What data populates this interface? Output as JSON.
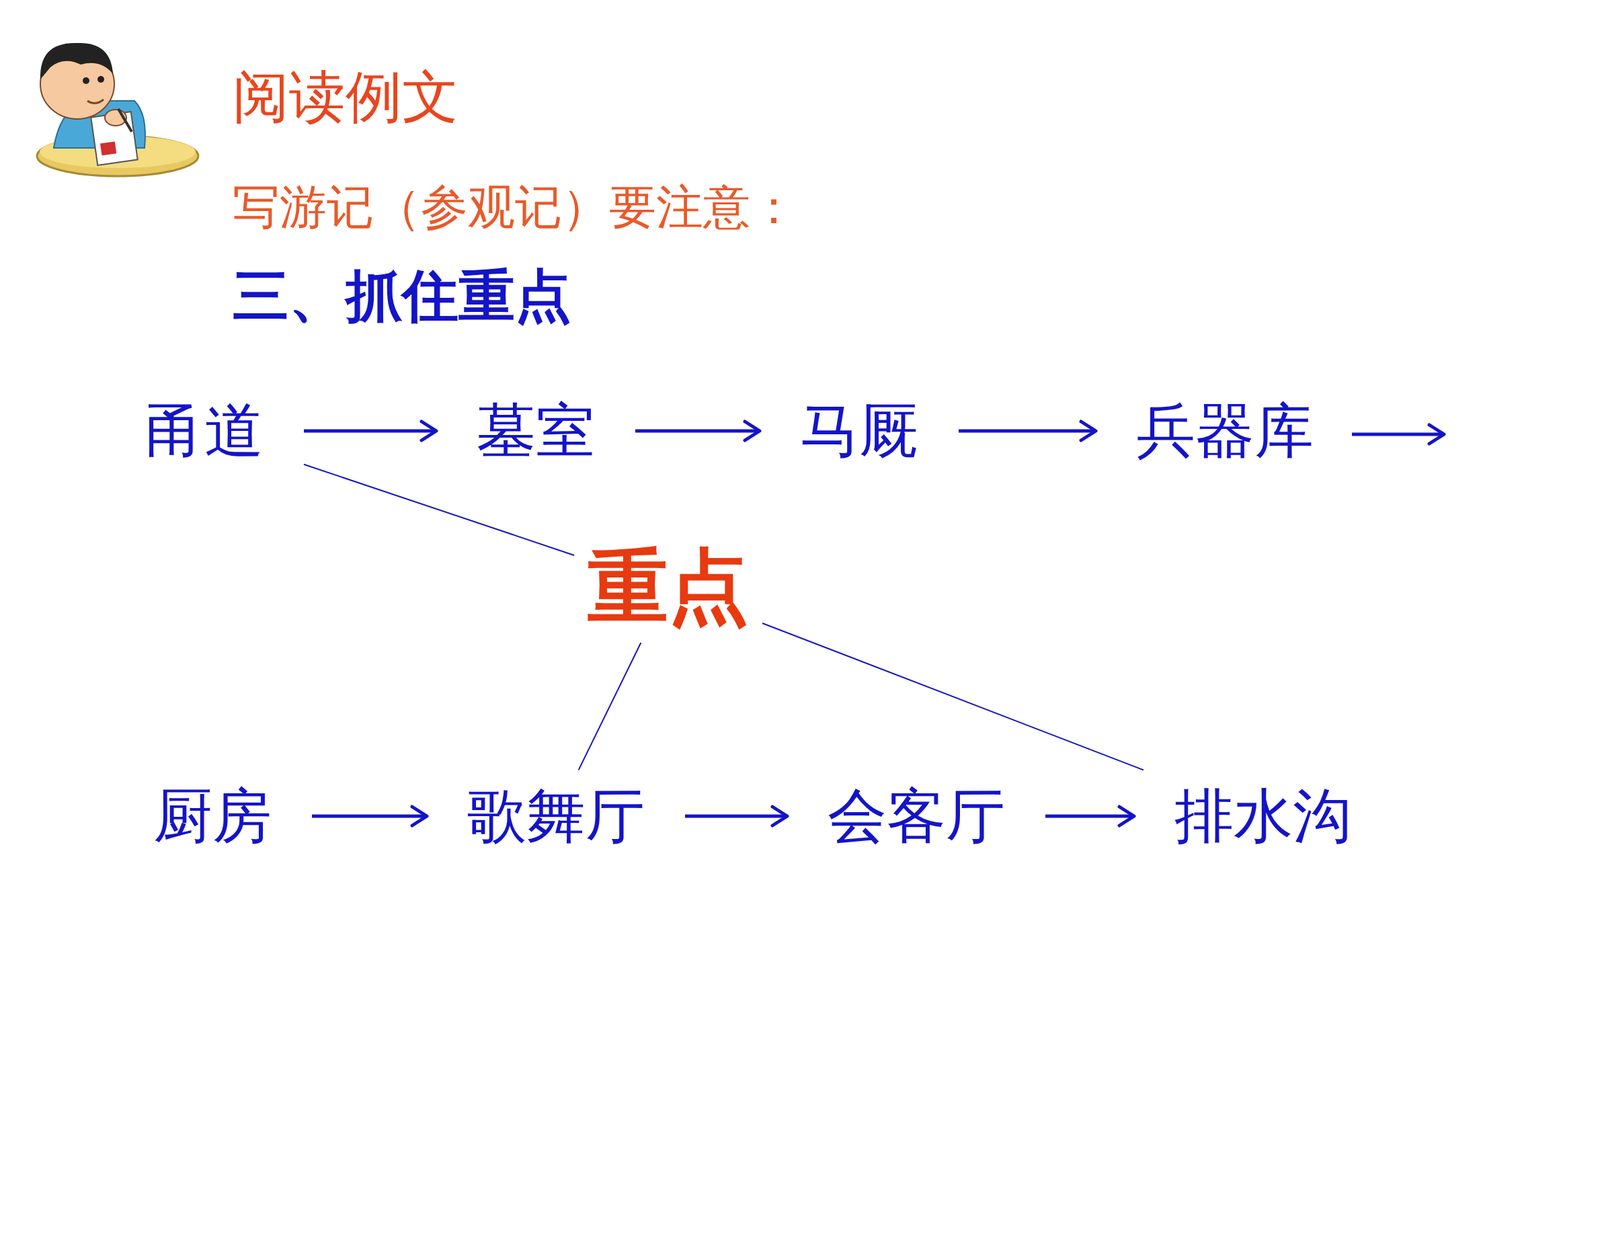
{
  "diagram": {
    "title": "阅读例文",
    "nodes": [
      {
        "text": [
          "甬道"
        ]
      },
      {
        "text": [
          "墓室"
        ]
      },
      {
        "text": [
          "马厩"
        ]
      },
      {
        "text": [
          "兵器库"
        ]
      },
      {
        "text": [
          "重点"
        ]
      },
      {
        "text": [
          "厨房"
        ]
      },
      {
        "text": [
          "歌舞厅"
        ]
      },
      {
        "text": [
          "会客厅"
        ]
      },
      {
        "text": [
          "排水沟"
        ]
      }
    ],
    "edges": [
      {
        "from": 0,
        "to": 1,
        "arrow": "to"
      },
      {
        "from": 1,
        "to": 2,
        "arrow": "to"
      },
      {
        "from": 2,
        "to": 3,
        "arrow": "to"
      },
      {
        "from": 5,
        "to": 6,
        "arrow": "to"
      },
      {
        "from": 6,
        "to": 7,
        "arrow": "to"
      },
      {
        "from": 7,
        "to": 8,
        "arrow": "to"
      },
      {
        "from": 4,
        "to": 0,
        "arrow": "none"
      },
      {
        "from": 4,
        "to": 6,
        "arrow": "none"
      },
      {
        "from": 4,
        "to": 8,
        "arrow": "none"
      }
    ],
    "labels": [
      "写游记（参观记）要注意：",
      "三、抓住重点"
    ]
  }
}
